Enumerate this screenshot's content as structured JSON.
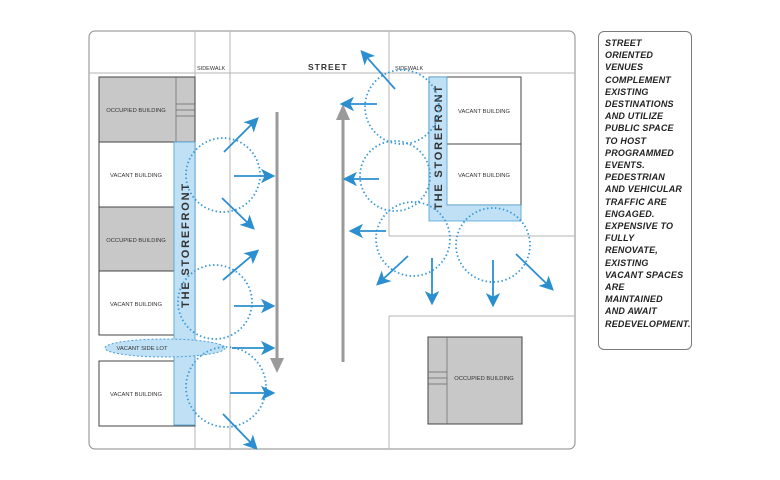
{
  "labels": {
    "street": "STREET",
    "sidewalk_left": "SIDEWALK",
    "sidewalk_right": "SIDEWALK",
    "storefront_left": "THE STOREFRONT",
    "storefront_right": "THE STOREFRONT",
    "vacant_side_lot": "VACANT SIDE LOT"
  },
  "left_block": {
    "buildings": [
      {
        "label": "OCCUPIED BUILDING",
        "status": "occupied"
      },
      {
        "label": "VACANT BUILDING",
        "status": "vacant"
      },
      {
        "label": "OCCUPIED BUILDING",
        "status": "occupied"
      },
      {
        "label": "VACANT BUILDING",
        "status": "vacant"
      },
      {
        "label": "VACANT BUILDING",
        "status": "vacant"
      }
    ]
  },
  "right_block": {
    "buildings": [
      {
        "label": "VACANT BUILDING",
        "status": "vacant"
      },
      {
        "label": "VACANT BUILDING",
        "status": "vacant"
      }
    ]
  },
  "lower_right_block": {
    "buildings": [
      {
        "label": "OCCUPIED BUILDING",
        "status": "occupied"
      }
    ]
  },
  "side_note": {
    "text": "STREET ORIENTED VENUES COMPLEMENT EXISTING DESTINATIONS AND UTILIZE PUBLIC SPACE TO HOST PROGRAMMED EVENTS. PEDESTRIAN AND VEHICULAR TRAFFIC ARE ENGAGED. EXPENSIVE TO FULLY RENOVATE, EXISTING VACANT SPACES ARE MAINTAINED AND AWAIT REDEVELOPMENT."
  },
  "colors": {
    "occupied_fill": "#c8c8c8",
    "vacant_fill": "#ffffff",
    "storefront_fill": "#bfe0f5",
    "arrow_blue": "#2b8fcf",
    "circle_blue": "#3a9ad8",
    "traffic_gray": "#9a9a9a"
  }
}
